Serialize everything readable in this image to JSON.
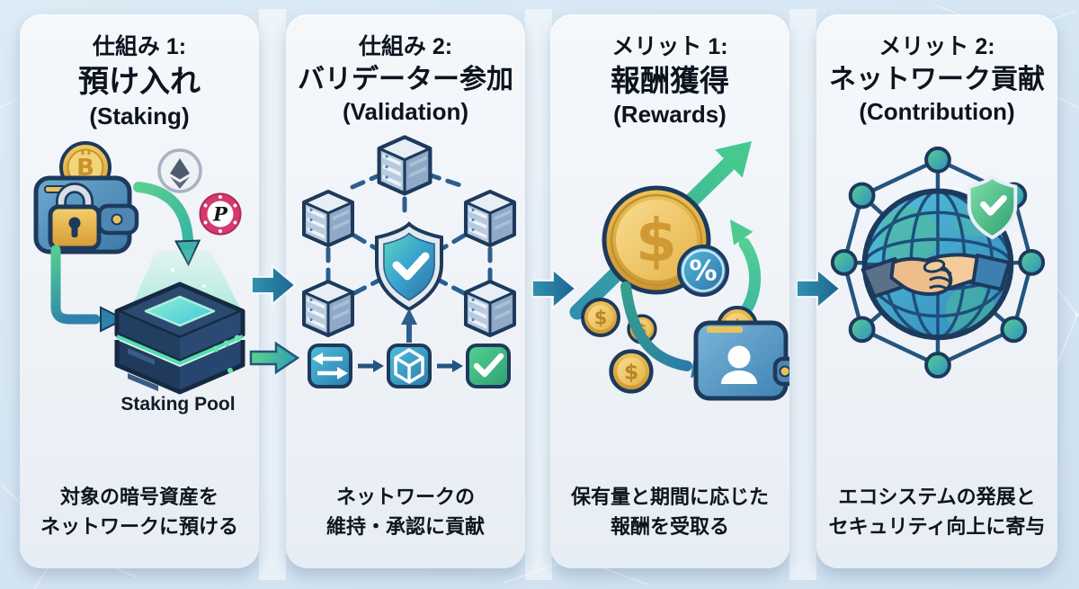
{
  "colors": {
    "background": "#d7e6f2",
    "card": "#eef2f7",
    "outline_navy": "#1d3a5c",
    "flow_arrow_blue": "#2478a8",
    "flow_arrow_green": "#4cc38e",
    "gold": "#e6b94e",
    "teal": "#3fb7c9",
    "green": "#45c98e"
  },
  "cards": [
    {
      "id": "staking",
      "title_line1": "仕組み 1:",
      "title_line2": "預け入れ",
      "title_line3": "(Staking)",
      "graphic_label": "Staking Pool",
      "caption_line1": "対象の暗号資産を",
      "caption_line2": "ネットワークに預ける",
      "icons": [
        "wallet-lock-icon",
        "bitcoin-coin-icon",
        "ethereum-icon",
        "polkadot-icon",
        "deposit-arrow-icon",
        "staking-pool-icon"
      ]
    },
    {
      "id": "validation",
      "title_line1": "仕組み 2:",
      "title_line2": "バリデーター参加",
      "title_line3": "(Validation)",
      "caption_line1": "ネットワークの",
      "caption_line2": "維持・承認に貢献",
      "icons": [
        "validator-node-icon",
        "shield-check-icon",
        "transaction-swap-icon",
        "block-cube-icon",
        "approved-check-icon"
      ]
    },
    {
      "id": "rewards",
      "title_line1": "メリット 1:",
      "title_line2": "報酬獲得",
      "title_line3": "(Rewards)",
      "caption_line1": "保有量と期間に応じた",
      "caption_line2": "報酬を受取る",
      "icons": [
        "dollar-coin-icon",
        "growth-arrow-icon",
        "percent-badge-icon",
        "reward-coins-icon",
        "receive-wallet-icon"
      ]
    },
    {
      "id": "contribution",
      "title_line1": "メリット 2:",
      "title_line2": "ネットワーク貢献",
      "title_line3": "(Contribution)",
      "caption_line1": "エコシステムの発展と",
      "caption_line2": "セキュリティ向上に寄与",
      "icons": [
        "globe-icon",
        "handshake-icon",
        "security-shield-icon",
        "network-nodes-icon"
      ]
    }
  ]
}
